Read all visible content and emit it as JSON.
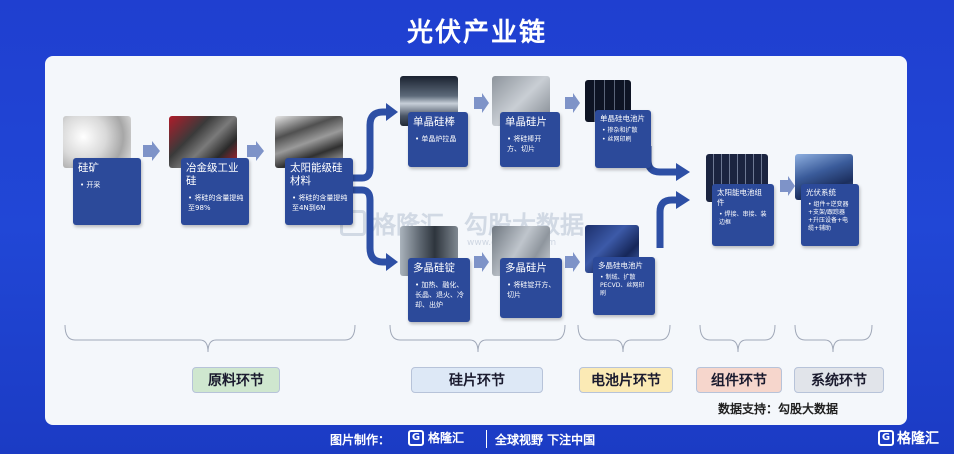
{
  "title": "光伏产业链",
  "nodes": {
    "silicon_ore": {
      "title": "硅矿",
      "bullets": [
        "• 开采"
      ]
    },
    "metallurgical_si": {
      "title": "冶金级工业硅",
      "bullets": [
        "• 将硅的含量提纯至98%"
      ]
    },
    "solar_si": {
      "title": "太阳能级硅材料",
      "bullets": [
        "• 将硅的含量提纯至4N到6N"
      ]
    },
    "mono_rod": {
      "title": "单晶硅棒",
      "bullets": [
        "• 单晶炉拉晶"
      ]
    },
    "mono_wafer": {
      "title": "单晶硅片",
      "bullets": [
        "• 将硅棒开方、切片"
      ]
    },
    "mono_cell": {
      "title": "单晶硅电池片",
      "bullets": [
        "• 掺杂和扩散",
        "• 丝网印刷"
      ]
    },
    "poly_ingot": {
      "title": "多晶硅锭",
      "bullets": [
        "• 加热、融化、长晶、退火、冷却、出炉"
      ]
    },
    "poly_wafer": {
      "title": "多晶硅片",
      "bullets": [
        "• 将硅锭开方、切片"
      ]
    },
    "poly_cell": {
      "title": "多晶硅电池片",
      "bullets": [
        "• 制绒、扩散PECVD、丝网印刷"
      ]
    },
    "module": {
      "title": "太阳能电池组件",
      "bullets": [
        "• 焊接、串接、装边框"
      ]
    },
    "system": {
      "title": "光伏系统",
      "bullets": [
        "• 组件+逆变器+支架/跟踪器+升压设备+电缆+辅助"
      ]
    }
  },
  "stages": [
    "原料环节",
    "硅片环节",
    "电池片环节",
    "组件环节",
    "系统环节"
  ],
  "credit": "数据支持：勾股大数据",
  "footer": {
    "made_by": "图片制作：",
    "brand": "格隆汇",
    "slogan": "全球视野 下注中国",
    "corner_brand": "格隆汇"
  },
  "watermark": {
    "brand1": "格隆汇",
    "brand2": "勾股大数据",
    "url": "www.gogudata.com"
  },
  "colors": {
    "background": "#2147d6",
    "card": "#2c4a9a",
    "arrow": "#2d4fa5",
    "stage_raw": "#cfe7cf",
    "stage_wafer": "#dde8f6",
    "stage_cell": "#fbeab5",
    "stage_module": "#f6d6cc",
    "stage_system": "#e1e4ea"
  }
}
